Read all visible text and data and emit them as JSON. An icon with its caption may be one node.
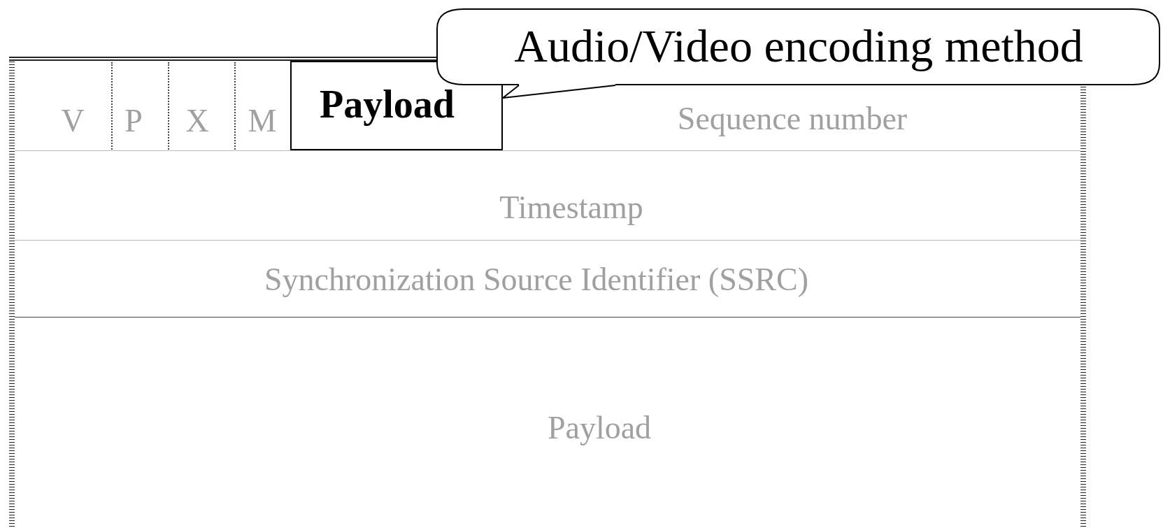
{
  "diagram": {
    "nodes": [
      {
        "text": [
          "Audio/Video encoding method"
        ]
      },
      {
        "text": [
          "Payload"
        ]
      }
    ],
    "edges": [
      {
        "from": 0,
        "to": 1,
        "arrow": "none"
      }
    ],
    "labels": [
      "V",
      "P",
      "X",
      "M",
      "Sequence number",
      "Timestamp",
      "Synchronization Source Identifier (SSRC)",
      "Payload"
    ]
  }
}
